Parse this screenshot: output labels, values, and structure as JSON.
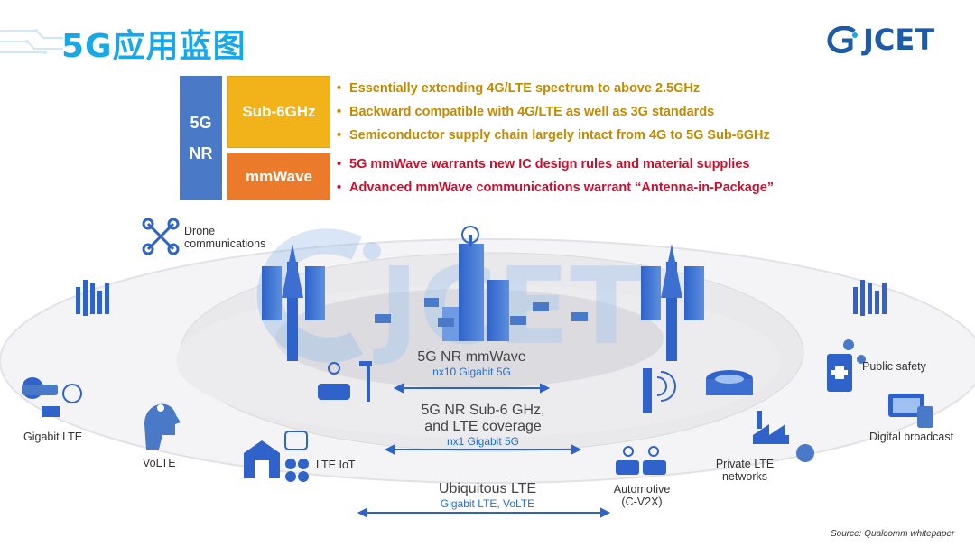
{
  "title": "5G应用蓝图",
  "logo": {
    "text": "JCET"
  },
  "nr_block": {
    "nr_label_line1": "5G",
    "nr_label_line2": "NR",
    "sub6_label": "Sub-6GHz",
    "mmwave_label": "mmWave"
  },
  "bullets": {
    "sub6": [
      "Essentially extending 4G/LTE spectrum to above 2.5GHz",
      "Backward compatible with 4G/LTE as well as 3G standards",
      "Semiconductor supply chain largely intact from 4G to 5G Sub-6GHz"
    ],
    "mmwave": [
      "5G mmWave warrants new IC design rules and material supplies",
      "Advanced mmWave communications warrant “Antenna-in-Package”"
    ]
  },
  "diagram": {
    "tier_mmwave": {
      "title": "5G NR mmWave",
      "subtitle": "nx10 Gigabit 5G"
    },
    "tier_sub6": {
      "title_line1": "5G NR Sub-6 GHz,",
      "title_line2": "and LTE coverage",
      "subtitle": "nx1 Gigabit 5G"
    },
    "tier_lte": {
      "title": "Ubiquitous LTE",
      "subtitle": "Gigabit LTE, VoLTE"
    },
    "labels": {
      "drone_line1": "Drone",
      "drone_line2": "communications",
      "gigabit_lte": "Gigabit LTE",
      "volte": "VoLTE",
      "lte_iot": "LTE IoT",
      "automotive_line1": "Automotive",
      "automotive_line2": "(C-V2X)",
      "private_lte_line1": "Private LTE",
      "private_lte_line2": "networks",
      "public_safety": "Public safety",
      "digital_broadcast": "Digital broadcast"
    },
    "watermark": "JCET"
  },
  "source": "Source: Qualcomm whitepaper",
  "colors": {
    "title": "#18a7e8",
    "nr_blue": "#4a79c7",
    "sub6_yellow": "#f2b31a",
    "mmwave_orange": "#ec7a2b",
    "sub6_text": "#c28a00",
    "mmwave_text": "#c8102e",
    "diagram_blue": "#2f63c9"
  }
}
